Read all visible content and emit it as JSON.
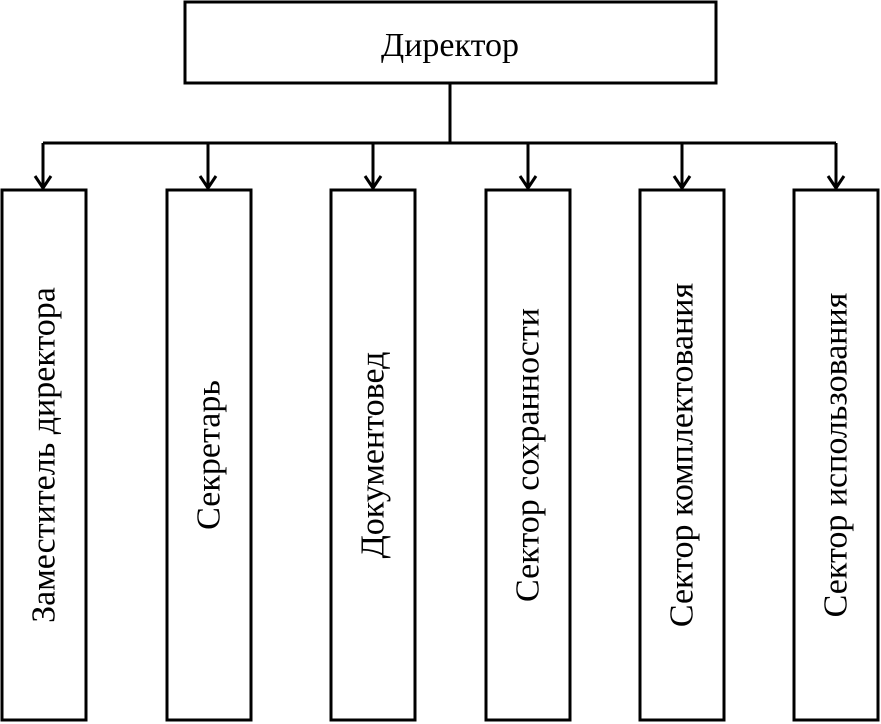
{
  "top": {
    "label": "Директор"
  },
  "units": [
    {
      "id": "deputy",
      "label": "Заместитель директора"
    },
    {
      "id": "secretary",
      "label": "Секретарь"
    },
    {
      "id": "records-clerk",
      "label": "Документовед"
    },
    {
      "id": "preservation",
      "label": "Сектор сохранности"
    },
    {
      "id": "acquisition",
      "label": "Сектор комплектования"
    },
    {
      "id": "usage",
      "label": "Сектор использования"
    }
  ],
  "colors": {
    "stroke": "#000000",
    "background": "#ffffff"
  }
}
